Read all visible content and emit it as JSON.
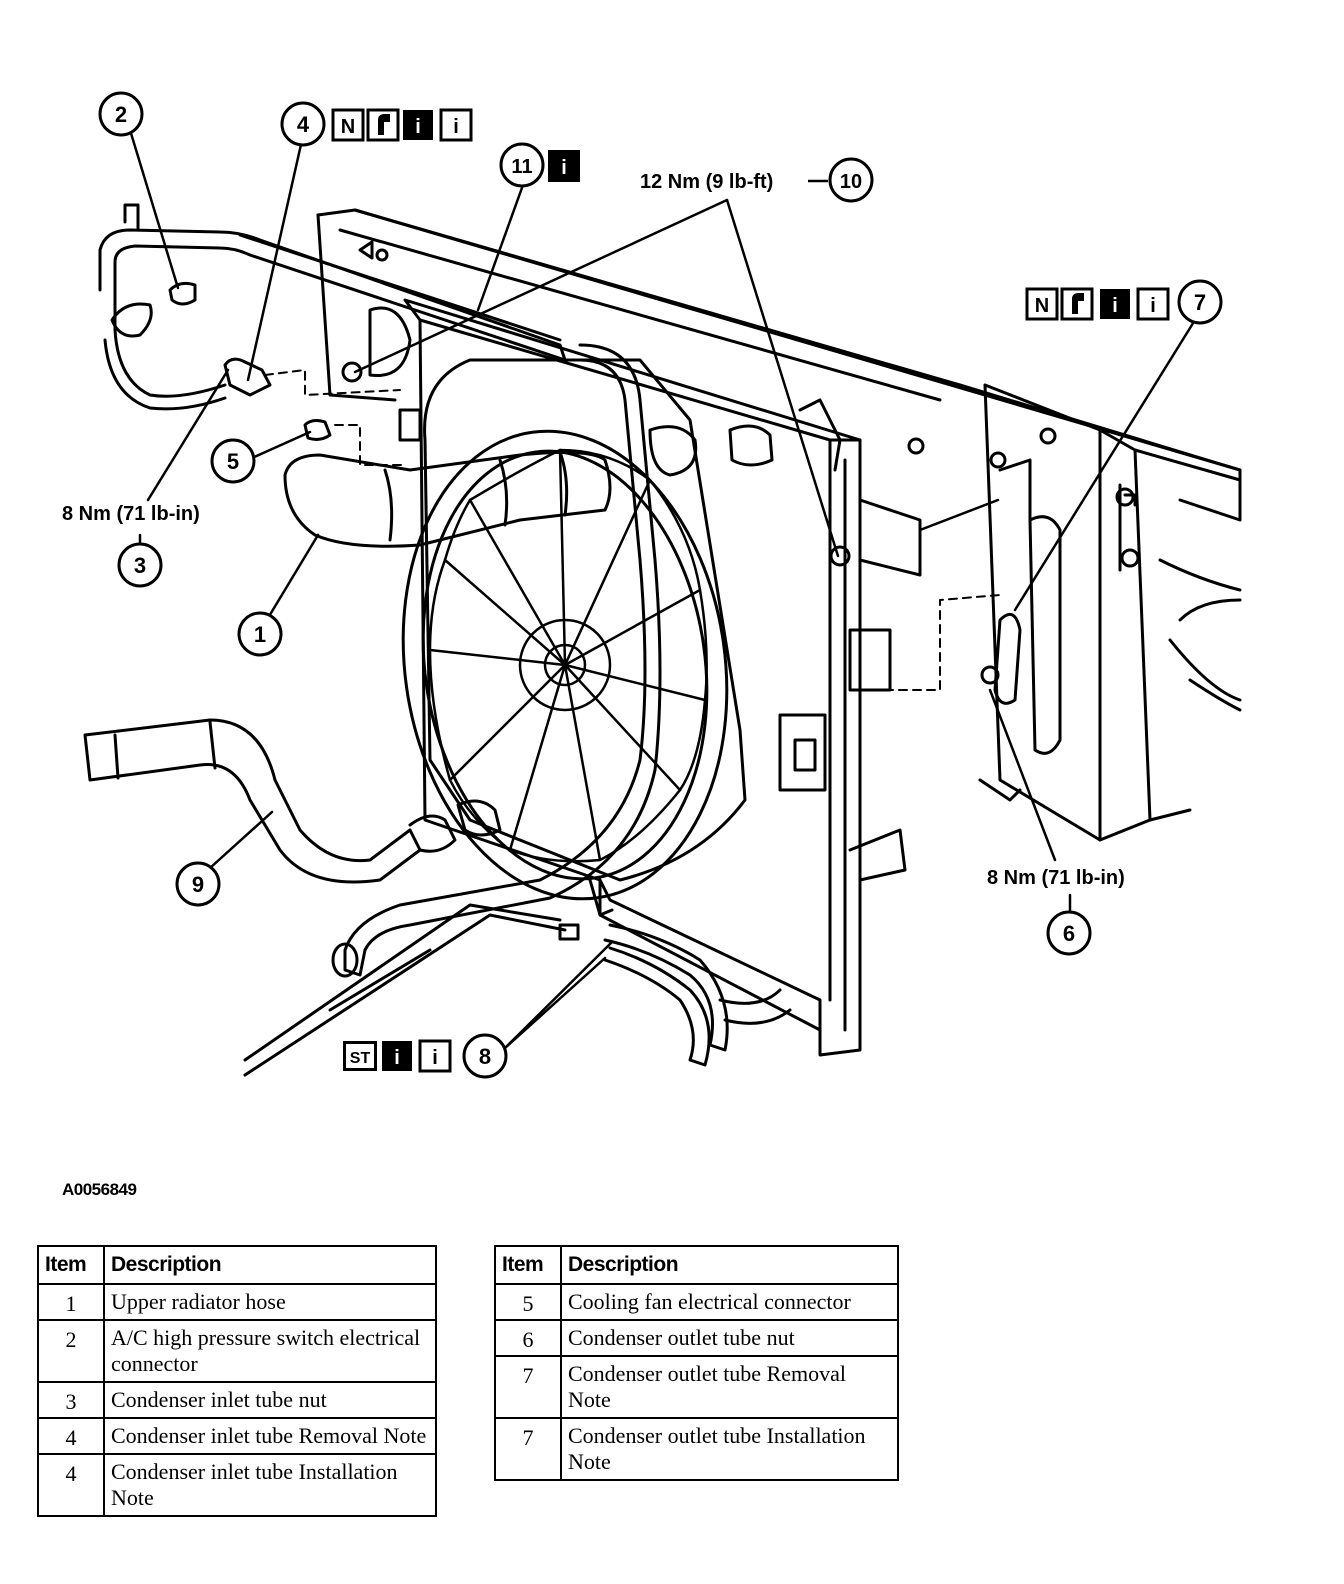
{
  "callouts": {
    "c1": "1",
    "c2": "2",
    "c3": "3",
    "c4": "4",
    "c5": "5",
    "c6": "6",
    "c7": "7",
    "c8": "8",
    "c9": "9",
    "c10": "10",
    "c11": "11"
  },
  "torque": {
    "t10": "12 Nm (9 lb-ft)",
    "t3": "8 Nm (71 lb-in)",
    "t6": "8 Nm (71 lb-in)"
  },
  "badges": {
    "n": "N",
    "st": "ST",
    "i": "i"
  },
  "figure_id": "A0056849",
  "tables": {
    "left": {
      "headers": [
        "Item",
        "Description"
      ],
      "rows": [
        {
          "item": "1",
          "desc": "Upper radiator hose"
        },
        {
          "item": "2",
          "desc": "A/C high pressure switch electrical connector"
        },
        {
          "item": "3",
          "desc": "Condenser inlet tube nut"
        },
        {
          "item": "4",
          "desc": "Condenser inlet tube Removal Note"
        },
        {
          "item": "4",
          "desc": "Condenser inlet tube Installation Note"
        }
      ]
    },
    "right": {
      "headers": [
        "Item",
        "Description"
      ],
      "rows": [
        {
          "item": "5",
          "desc": "Cooling fan electrical connector"
        },
        {
          "item": "6",
          "desc": "Condenser outlet tube nut"
        },
        {
          "item": "7",
          "desc": "Condenser outlet tube Removal Note"
        },
        {
          "item": "7",
          "desc": "Condenser outlet tube Installation Note"
        }
      ]
    }
  }
}
